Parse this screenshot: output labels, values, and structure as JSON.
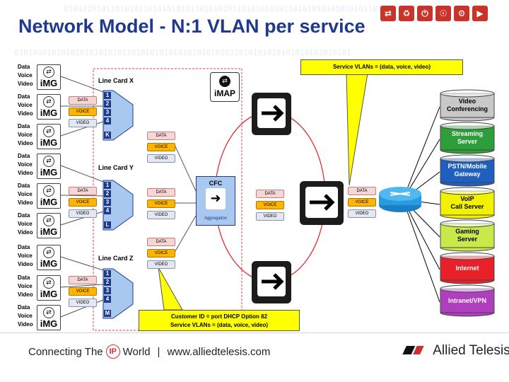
{
  "title": "Network Model - N:1 VLAN per service",
  "top_icons": [
    "share-icon",
    "recycle-icon",
    "power-icon",
    "broadcast-icon",
    "gear-icon",
    "play-icon"
  ],
  "client_rows": [
    {
      "data": "Data",
      "voice": "Voice",
      "video": "Video",
      "device": "iMG"
    },
    {
      "data": "Data",
      "voice": "Voice",
      "video": "Video",
      "device": "iMG"
    },
    {
      "data": "Data",
      "voice": "Voice",
      "video": "Video",
      "device": "iMG"
    },
    {
      "data": "Data",
      "voice": "Voice",
      "video": "Video",
      "device": "iMG"
    },
    {
      "data": "Data",
      "voice": "Voice",
      "video": "Video",
      "device": "iMG"
    },
    {
      "data": "Data",
      "voice": "Voice",
      "video": "Video",
      "device": "iMG"
    },
    {
      "data": "Data",
      "voice": "Voice",
      "video": "Video",
      "device": "iMG"
    },
    {
      "data": "Data",
      "voice": "Voice",
      "video": "Video",
      "device": "iMG"
    },
    {
      "data": "Data",
      "voice": "Voice",
      "video": "Video",
      "device": "iMG"
    }
  ],
  "line_cards": [
    {
      "label": "Line Card X",
      "ports": [
        "1",
        "2",
        "3",
        "4",
        "K"
      ]
    },
    {
      "label": "Line Card Y",
      "ports": [
        "1",
        "2",
        "3",
        "4",
        "L"
      ]
    },
    {
      "label": "Line Card Z",
      "ports": [
        "1",
        "2",
        "3",
        "4",
        "M"
      ]
    }
  ],
  "vlan_chips": {
    "data": "DATA",
    "voice": "VOICE",
    "video": "VIDEO"
  },
  "imap_label": "iMAP",
  "cfc": {
    "title": "CFC",
    "subtitle": "Aggregation"
  },
  "callout_top": "Service VLANs = (data, voice, video)",
  "callout_bottom": [
    "Customer ID = port DHCP Option 82",
    "Service VLANs = (data, voice, video)"
  ],
  "services": [
    {
      "line1": "Video",
      "line2": "Conferencing",
      "color": "#c8c8c8"
    },
    {
      "line1": "Streaming",
      "line2": "Server",
      "color": "#2e9e3a"
    },
    {
      "line1": "PSTN/Mobile",
      "line2": "Gateway",
      "color": "#1f5fbf"
    },
    {
      "line1": "VoIP",
      "line2": "Call Server",
      "color": "#f2f200"
    },
    {
      "line1": "Gaming",
      "line2": "Server",
      "color": "#c9e84a"
    },
    {
      "line1": "Internet",
      "line2": "",
      "color": "#e8202a"
    },
    {
      "line1": "Intranet/VPN",
      "line2": "",
      "color": "#b03fbf"
    }
  ],
  "footer": {
    "left_a": "Connecting The",
    "ip": "IP",
    "left_b": "World",
    "sep": "|",
    "url": "www.alliedtelesis.com",
    "brand": "Allied Telesis"
  },
  "colors": {
    "title": "#1f3a8c",
    "port": "#1f3a8c",
    "callout": "#ffff00",
    "trunk_circle": "#e02020"
  }
}
